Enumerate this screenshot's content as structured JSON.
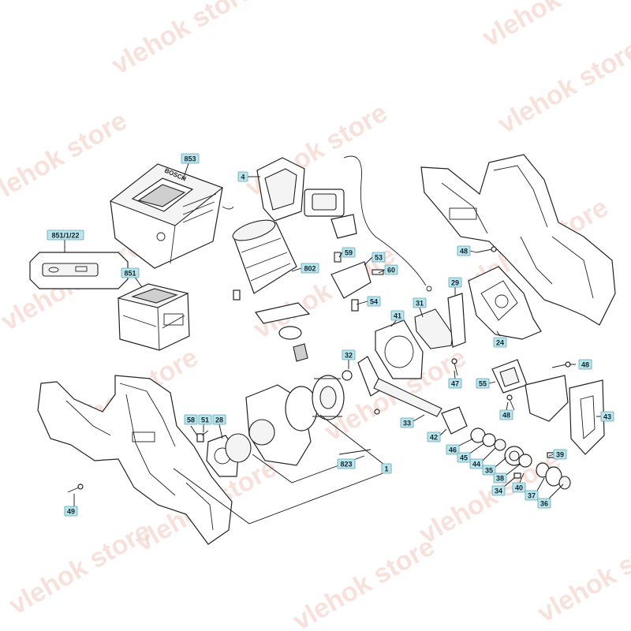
{
  "watermark": {
    "text": "vlehok store",
    "color": "#f3c9bf"
  },
  "colors": {
    "callout_fill": "#bfe3ea",
    "callout_stroke": "#5aa9b8",
    "line": "#222222"
  },
  "charger_logo": "BOSCH",
  "callouts": {
    "c853": "853",
    "c851_1_22": "851/1/22",
    "c851": "851",
    "c4": "4",
    "c802": "802",
    "c59": "59",
    "c53": "53",
    "c60": "60",
    "c54": "54",
    "c29": "29",
    "c31": "31",
    "c41": "41",
    "c24": "24",
    "c48a": "48",
    "c48b": "48",
    "c48c": "48",
    "c32": "32",
    "c47": "47",
    "c55": "55",
    "c43": "43",
    "c58": "58",
    "c51": "51",
    "c28": "28",
    "c33": "33",
    "c42": "42",
    "c46": "46",
    "c45": "45",
    "c44": "44",
    "c35": "35",
    "c38": "38",
    "c39": "39",
    "c40": "40",
    "c34": "34",
    "c37": "37",
    "c36": "36",
    "c823": "823",
    "c1": "1",
    "c49": "49"
  }
}
